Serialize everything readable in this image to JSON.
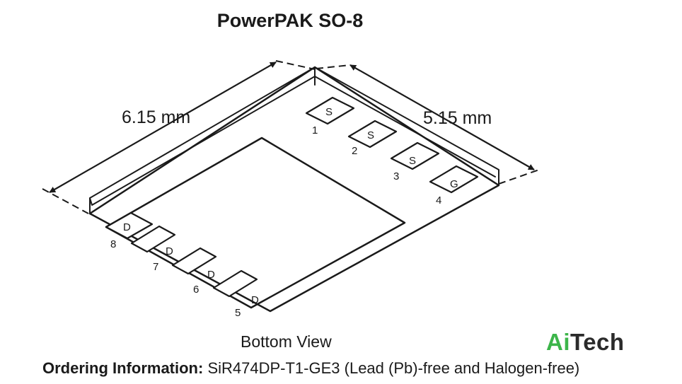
{
  "title": "PowerPAK SO-8",
  "dimensions": {
    "length": "6.15 mm",
    "width": "5.15 mm"
  },
  "pins_top": [
    {
      "label": "S",
      "number": "1"
    },
    {
      "label": "S",
      "number": "2"
    },
    {
      "label": "S",
      "number": "3"
    },
    {
      "label": "G",
      "number": "4"
    }
  ],
  "pins_bottom": [
    {
      "label": "D",
      "number": "8"
    },
    {
      "label": "D",
      "number": "7"
    },
    {
      "label": "D",
      "number": "6"
    },
    {
      "label": "D",
      "number": "5"
    }
  ],
  "view_label": "Bottom View",
  "ordering": {
    "label": "Ordering Information:",
    "value": "SiR474DP-T1-GE3 (Lead (Pb)-free and Halogen-free)"
  },
  "logo": {
    "part1": "Ai",
    "part2": "Tech",
    "color": "#3cb54a"
  }
}
